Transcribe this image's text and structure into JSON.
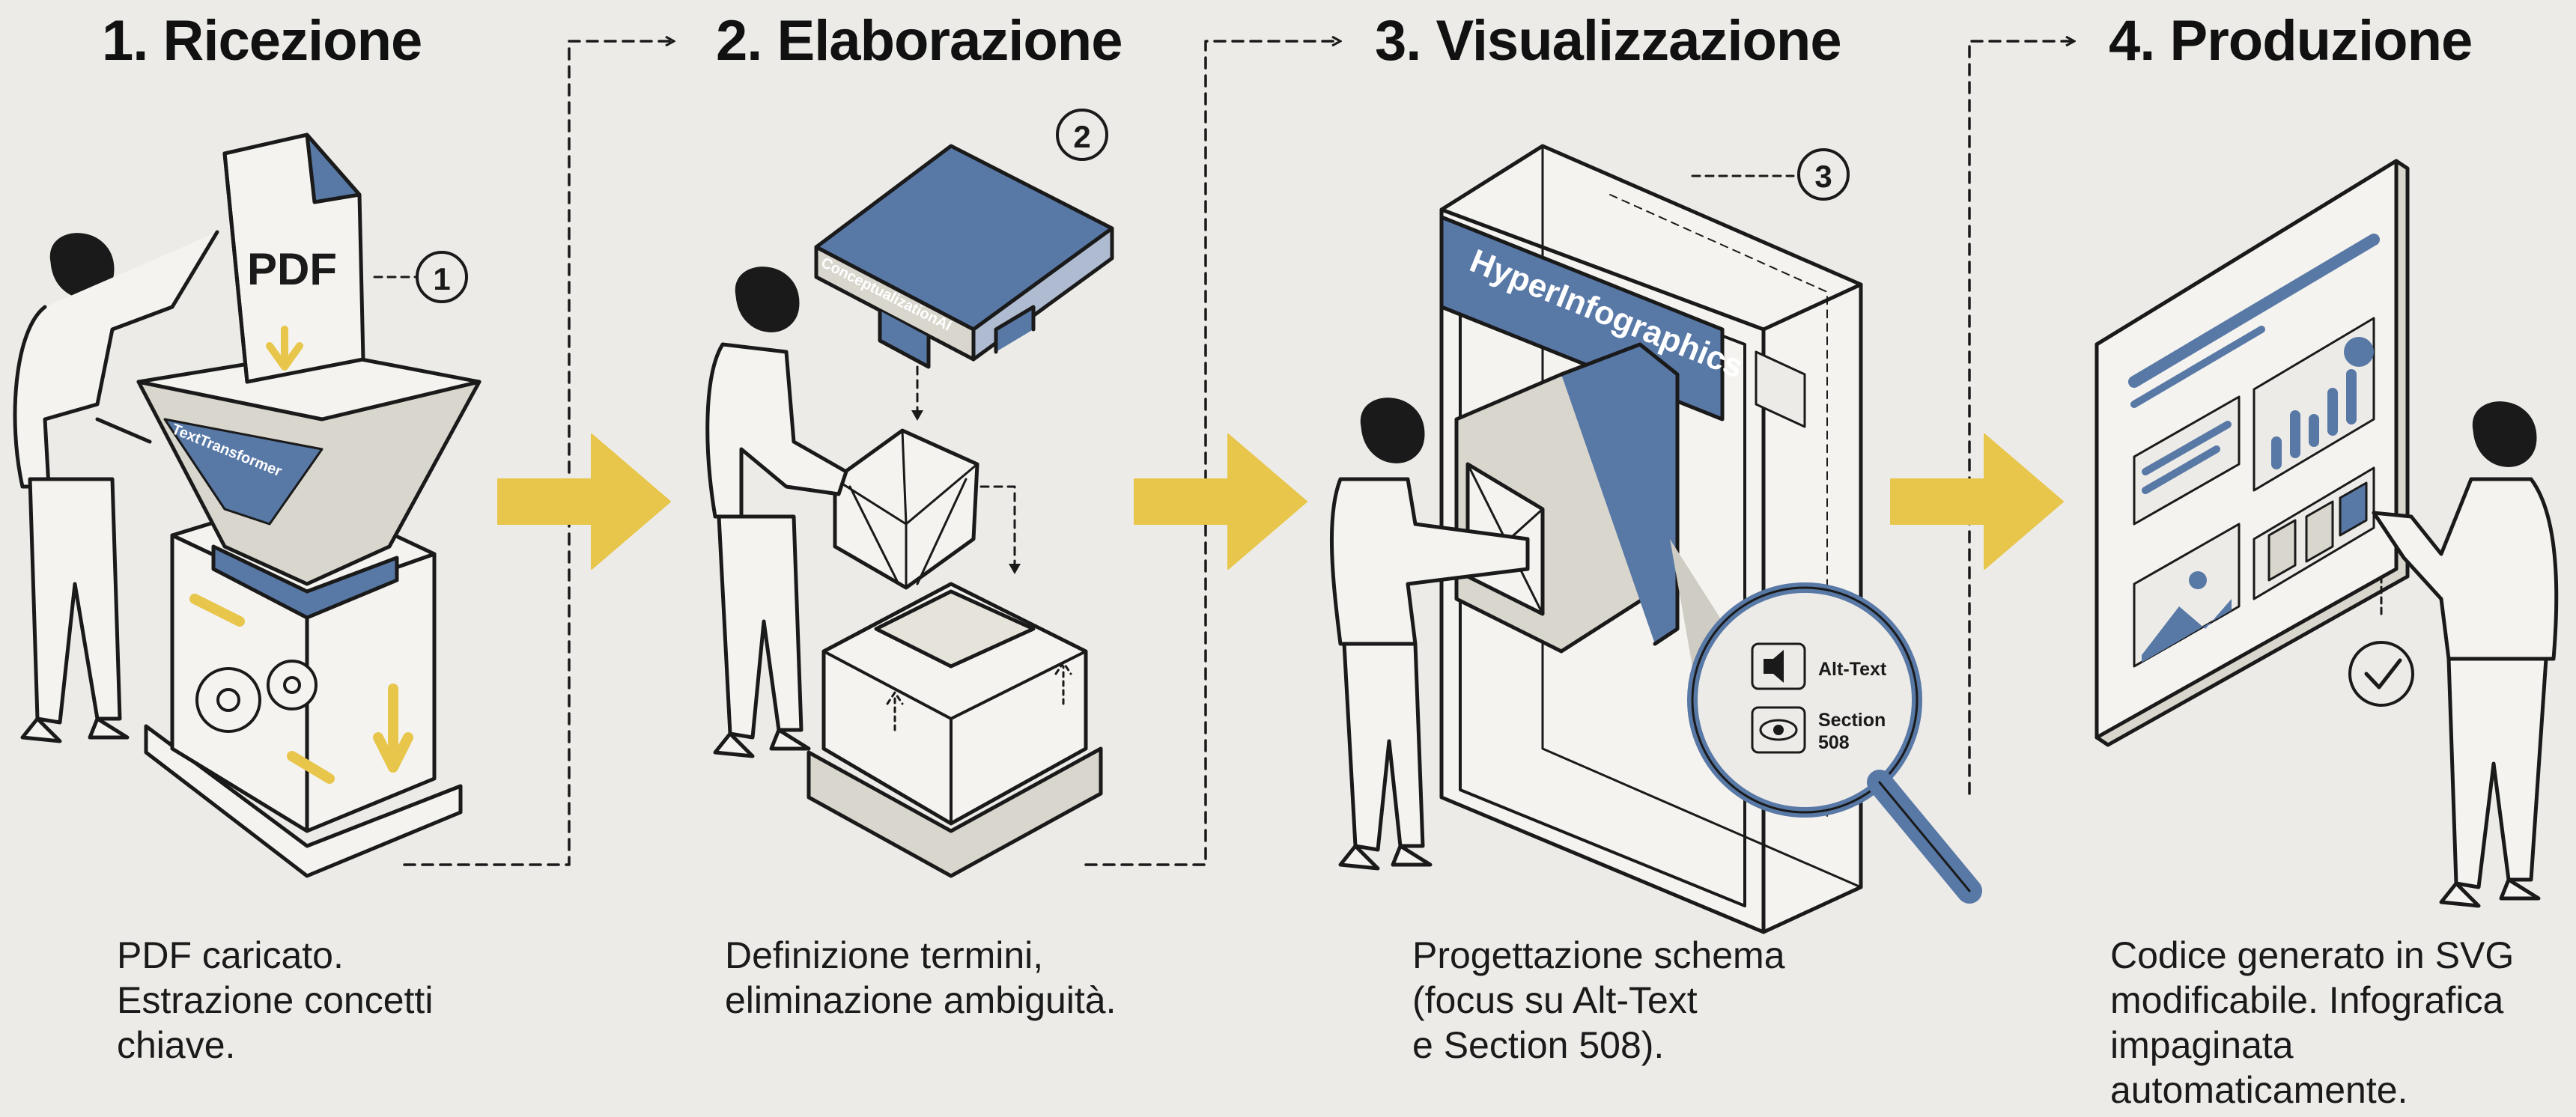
{
  "steps": [
    {
      "title": "1. Ricezione",
      "badge": "1",
      "desc": [
        "PDF caricato.",
        "Estrazione concetti",
        "chiave."
      ],
      "labels": {
        "document": "PDF",
        "funnel": "TextTransformer"
      }
    },
    {
      "title": "2. Elaborazione",
      "badge": "2",
      "desc": [
        "Definizione termini,",
        "eliminazione ambiguità."
      ],
      "labels": {
        "block": "ConceptualizationAI"
      }
    },
    {
      "title": "3. Visualizzazione",
      "badge": "3",
      "desc": [
        "Progettazione schema",
        "(focus su Alt-Text",
        "e Section 508)."
      ],
      "labels": {
        "frame": "HyperInfographics",
        "alt_text": "Alt-Text",
        "section": "Section",
        "section_num": "508"
      }
    },
    {
      "title": "4. Produzione",
      "desc": [
        "Codice generato in SVG",
        "modificabile. Infografica",
        "impaginata",
        "automaticamente."
      ]
    }
  ],
  "colors": {
    "background": "#ecebe7",
    "accent_blue": "#5878a6",
    "arrow_yellow": "#e8c64b",
    "line_ink": "#1a1a1a",
    "panel_light": "#f4f3ef"
  },
  "icons": [
    "person-icon",
    "pdf-document-icon",
    "funnel-icon",
    "gear-icon",
    "cube-icon",
    "lego-block-icon",
    "speaker-icon",
    "eye-icon",
    "magnifier-icon",
    "check-icon",
    "chart-icon",
    "image-icon"
  ]
}
